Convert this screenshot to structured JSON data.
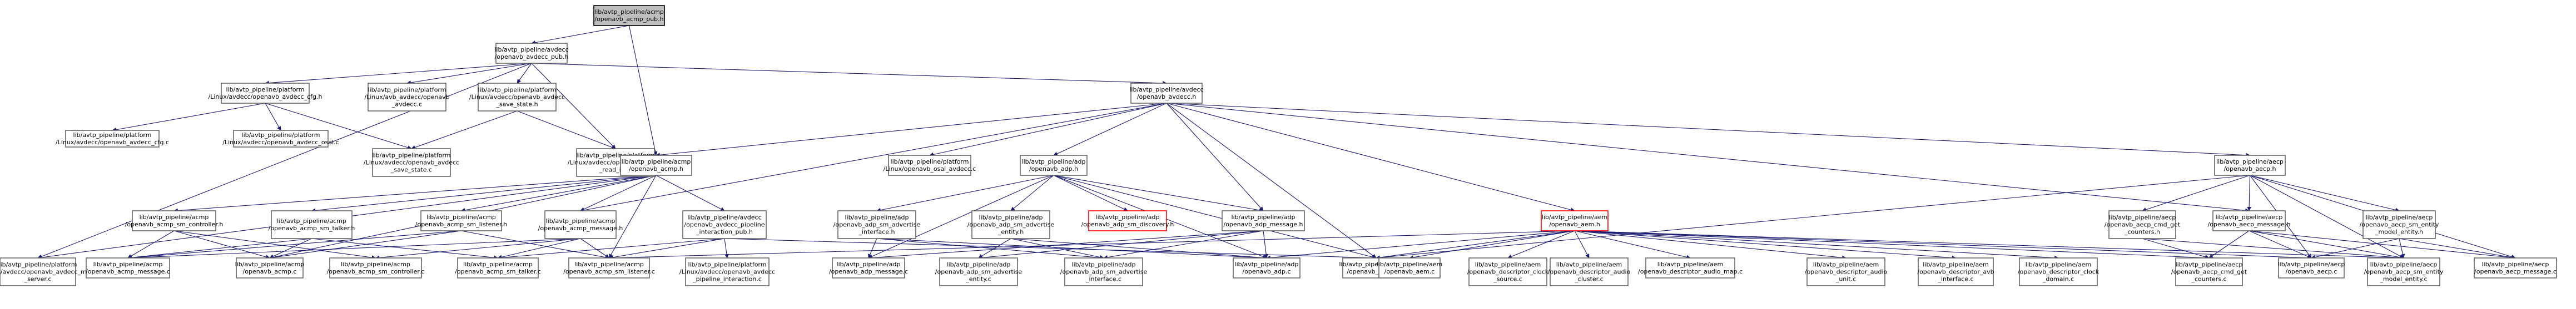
{
  "colors": {
    "edge": "#191970",
    "box_border": "#666666",
    "root_fill": "#bfbfbf",
    "missing_border": "#ff0000"
  },
  "nodes": [
    {
      "id": "acmp_pub",
      "lines": [
        "lib/avtp_pipeline/acmp",
        "/openavb_acmp_pub.h"
      ],
      "root": true
    },
    {
      "id": "avdecc_pub",
      "lines": [
        "lib/avtp_pipeline/avdecc",
        "/openavb_avdecc_pub.h"
      ]
    },
    {
      "id": "avdecc_cfg",
      "lines": [
        "lib/avtp_pipeline/platform",
        "/Linux/avdecc/openavb_avdecc_cfg.h"
      ]
    },
    {
      "id": "avdecc_c_a",
      "lines": [
        "lib/avtp_pipeline/platform",
        "/Linux/avb_avdecc/openavb",
        "_avdecc.c"
      ]
    },
    {
      "id": "save_state_h",
      "lines": [
        "lib/avtp_pipeline/platform",
        "/Linux/avdecc/openavb_avdecc",
        "_save_state.h"
      ]
    },
    {
      "id": "avdecc_h",
      "lines": [
        "lib/avtp_pipeline/avdecc",
        "/openavb_avdecc.h"
      ]
    },
    {
      "id": "cfg_c",
      "lines": [
        "lib/avtp_pipeline/platform",
        "/Linux/avdecc/openavb_avdecc_cfg.c"
      ]
    },
    {
      "id": "osal_c",
      "lines": [
        "lib/avtp_pipeline/platform",
        "/Linux/avdecc/openavb_avdecc_osal.c"
      ]
    },
    {
      "id": "save_state_c",
      "lines": [
        "lib/avtp_pipeline/platform",
        "/Linux/avdecc/openavb_avdecc",
        "_save_state.c"
      ]
    },
    {
      "id": "read_ini_c",
      "lines": [
        "lib/avtp_pipeline/platform",
        "/Linux/avdecc/openavb_avdecc",
        "_read_ini.c"
      ]
    },
    {
      "id": "acmp_h",
      "lines": [
        "lib/avtp_pipeline/acmp",
        "/openavb_acmp.h"
      ]
    },
    {
      "id": "osal_avdecc_c",
      "lines": [
        "lib/avtp_pipeline/platform",
        "/Linux/openavb_osal_avdecc.c"
      ]
    },
    {
      "id": "adp_h",
      "lines": [
        "lib/avtp_pipeline/adp",
        "/openavb_adp.h"
      ]
    },
    {
      "id": "aecp_h",
      "lines": [
        "lib/avtp_pipeline/aecp",
        "/openavb_aecp.h"
      ]
    },
    {
      "id": "acmp_sm_ctrl_h",
      "lines": [
        "lib/avtp_pipeline/acmp",
        "/openavb_acmp_sm_controller.h"
      ]
    },
    {
      "id": "acmp_sm_talker_h",
      "lines": [
        "lib/avtp_pipeline/acmp",
        "/openavb_acmp_sm_talker.h"
      ]
    },
    {
      "id": "acmp_sm_listener_h",
      "lines": [
        "lib/avtp_pipeline/acmp",
        "/openavb_acmp_sm_listener.h"
      ]
    },
    {
      "id": "acmp_message_h",
      "lines": [
        "lib/avtp_pipeline/acmp",
        "/openavb_acmp_message.h"
      ]
    },
    {
      "id": "pipeline_interaction_pub",
      "lines": [
        "lib/avtp_pipeline/avdecc",
        "/openavb_avdecc_pipeline",
        "_interaction_pub.h"
      ]
    },
    {
      "id": "adp_sm_adv_iface_h",
      "lines": [
        "lib/avtp_pipeline/adp",
        "/openavb_adp_sm_advertise",
        "_interface.h"
      ]
    },
    {
      "id": "adp_sm_adv_entity_h",
      "lines": [
        "lib/avtp_pipeline/adp",
        "/openavb_adp_sm_advertise",
        "_entity.h"
      ]
    },
    {
      "id": "adp_sm_discovery_h",
      "lines": [
        "lib/avtp_pipeline/adp",
        "/openavb_adp_sm_discovery.h"
      ],
      "missing": true
    },
    {
      "id": "adp_message_h",
      "lines": [
        "lib/avtp_pipeline/adp",
        "/openavb_adp_message.h"
      ]
    },
    {
      "id": "aem_h",
      "lines": [
        "lib/avtp_pipeline/aem",
        "/openavb_aem.h"
      ],
      "missing": true
    },
    {
      "id": "aecp_cmd_get_counters_h",
      "lines": [
        "lib/avtp_pipeline/aecp",
        "/openavb_aecp_cmd_get",
        "_counters.h"
      ]
    },
    {
      "id": "aecp_message_h",
      "lines": [
        "lib/avtp_pipeline/aecp",
        "/openavb_aecp_message.h"
      ]
    },
    {
      "id": "aecp_sm_entity_model_h",
      "lines": [
        "lib/avtp_pipeline/aecp",
        "/openavb_aecp_sm_entity",
        "_model_entity.h"
      ]
    },
    {
      "id": "msg_server_c",
      "lines": [
        "lib/avtp_pipeline/platform",
        "/Linux/avdecc/openavb_avdecc_msg",
        "_server.c"
      ]
    },
    {
      "id": "acmp_message_c",
      "lines": [
        "lib/avtp_pipeline/acmp",
        "/openavb_acmp_message.c"
      ]
    },
    {
      "id": "acmp_c",
      "lines": [
        "lib/avtp_pipeline/acmp",
        "/openavb_acmp.c"
      ]
    },
    {
      "id": "acmp_sm_ctrl_c",
      "lines": [
        "lib/avtp_pipeline/acmp",
        "/openavb_acmp_sm_controller.c"
      ]
    },
    {
      "id": "acmp_sm_talker_c",
      "lines": [
        "lib/avtp_pipeline/acmp",
        "/openavb_acmp_sm_talker.c"
      ]
    },
    {
      "id": "acmp_sm_listener_c",
      "lines": [
        "lib/avtp_pipeline/acmp",
        "/openavb_acmp_sm_listener.c"
      ]
    },
    {
      "id": "pipeline_interaction_c",
      "lines": [
        "lib/avtp_pipeline/platform",
        "/Linux/avdecc/openavb_avdecc",
        "_pipeline_interaction.c"
      ]
    },
    {
      "id": "adp_message_c",
      "lines": [
        "lib/avtp_pipeline/adp",
        "/openavb_adp_message.c"
      ]
    },
    {
      "id": "adp_sm_adv_entity_c",
      "lines": [
        "lib/avtp_pipeline/adp",
        "/openavb_adp_sm_advertise",
        "_entity.c"
      ]
    },
    {
      "id": "adp_sm_adv_iface_c",
      "lines": [
        "lib/avtp_pipeline/adp",
        "/openavb_adp_sm_advertise",
        "_interface.c"
      ]
    },
    {
      "id": "adp_c",
      "lines": [
        "lib/avtp_pipeline/adp",
        "/openavb_adp.c"
      ]
    },
    {
      "id": "avdecc_c",
      "lines": [
        "lib/avtp_pipeline/avdecc",
        "/openavb_avdecc.c"
      ]
    },
    {
      "id": "aem_c",
      "lines": [
        "lib/avtp_pipeline/aem",
        "/openavb_aem.c"
      ]
    },
    {
      "id": "desc_clock_source_c",
      "lines": [
        "lib/avtp_pipeline/aem",
        "/openavb_descriptor_clock",
        "_source.c"
      ]
    },
    {
      "id": "desc_audio_cluster_c",
      "lines": [
        "lib/avtp_pipeline/aem",
        "/openavb_descriptor_audio",
        "_cluster.c"
      ]
    },
    {
      "id": "desc_audio_map_c",
      "lines": [
        "lib/avtp_pipeline/aem",
        "/openavb_descriptor_audio_map.c"
      ]
    },
    {
      "id": "desc_audio_unit_c",
      "lines": [
        "lib/avtp_pipeline/aem",
        "/openavb_descriptor_audio",
        "_unit.c"
      ]
    },
    {
      "id": "desc_avb_iface_c",
      "lines": [
        "lib/avtp_pipeline/aem",
        "/openavb_descriptor_avb",
        "_interface.c"
      ]
    },
    {
      "id": "desc_clock_domain_c",
      "lines": [
        "lib/avtp_pipeline/aem",
        "/openavb_descriptor_clock",
        "_domain.c"
      ]
    },
    {
      "id": "aecp_cmd_get_counters_c",
      "lines": [
        "lib/avtp_pipeline/aecp",
        "/openavb_aecp_cmd_get",
        "_counters.c"
      ]
    },
    {
      "id": "aecp_c",
      "lines": [
        "lib/avtp_pipeline/aecp",
        "/openavb_aecp.c"
      ]
    },
    {
      "id": "aecp_sm_entity_model_c",
      "lines": [
        "lib/avtp_pipeline/aecp",
        "/openavb_aecp_sm_entity",
        "_model_entity.c"
      ]
    },
    {
      "id": "aecp_message_c",
      "lines": [
        "lib/avtp_pipeline/aecp",
        "/openavb_aecp_message.c"
      ]
    }
  ],
  "edges": [
    [
      "acmp_pub",
      "avdecc_pub"
    ],
    [
      "acmp_pub",
      "acmp_h"
    ],
    [
      "avdecc_pub",
      "avdecc_cfg"
    ],
    [
      "avdecc_pub",
      "avdecc_c_a"
    ],
    [
      "avdecc_pub",
      "save_state_h"
    ],
    [
      "avdecc_pub",
      "msg_server_c"
    ],
    [
      "avdecc_pub",
      "read_ini_c"
    ],
    [
      "avdecc_pub",
      "avdecc_h"
    ],
    [
      "avdecc_cfg",
      "cfg_c"
    ],
    [
      "avdecc_cfg",
      "osal_c"
    ],
    [
      "avdecc_cfg",
      "save_state_c"
    ],
    [
      "save_state_h",
      "save_state_c"
    ],
    [
      "save_state_h",
      "read_ini_c"
    ],
    [
      "avdecc_h",
      "acmp_h"
    ],
    [
      "avdecc_h",
      "osal_avdecc_c"
    ],
    [
      "avdecc_h",
      "adp_h"
    ],
    [
      "avdecc_h",
      "aecp_h"
    ],
    [
      "avdecc_h",
      "aem_h"
    ],
    [
      "avdecc_h",
      "adp_message_h"
    ],
    [
      "avdecc_h",
      "avdecc_c"
    ],
    [
      "avdecc_h",
      "acmp_message_h"
    ],
    [
      "avdecc_h",
      "aecp_message_h"
    ],
    [
      "acmp_h",
      "acmp_sm_ctrl_h"
    ],
    [
      "acmp_h",
      "acmp_sm_talker_h"
    ],
    [
      "acmp_h",
      "acmp_sm_listener_h"
    ],
    [
      "acmp_h",
      "acmp_message_h"
    ],
    [
      "acmp_h",
      "msg_server_c"
    ],
    [
      "acmp_h",
      "acmp_c"
    ],
    [
      "acmp_h",
      "pipeline_interaction_pub"
    ],
    [
      "acmp_h",
      "acmp_sm_listener_c"
    ],
    [
      "adp_h",
      "adp_sm_adv_iface_h"
    ],
    [
      "adp_h",
      "adp_sm_adv_entity_h"
    ],
    [
      "adp_h",
      "adp_sm_discovery_h"
    ],
    [
      "adp_h",
      "adp_message_h"
    ],
    [
      "adp_h",
      "adp_c"
    ],
    [
      "adp_h",
      "adp_message_c"
    ],
    [
      "adp_h",
      "avdecc_c"
    ],
    [
      "aecp_h",
      "aecp_cmd_get_counters_h"
    ],
    [
      "aecp_h",
      "aecp_message_h"
    ],
    [
      "aecp_h",
      "aecp_sm_entity_model_h"
    ],
    [
      "aecp_h",
      "aecp_c"
    ],
    [
      "aecp_h",
      "avdecc_c"
    ],
    [
      "aecp_h",
      "aecp_message_c"
    ],
    [
      "aecp_h",
      "aecp_sm_entity_model_c"
    ],
    [
      "acmp_sm_ctrl_h",
      "acmp_message_c"
    ],
    [
      "acmp_sm_ctrl_h",
      "acmp_c"
    ],
    [
      "acmp_sm_ctrl_h",
      "acmp_sm_ctrl_c"
    ],
    [
      "acmp_sm_talker_h",
      "acmp_c"
    ],
    [
      "acmp_sm_talker_h",
      "acmp_sm_talker_c"
    ],
    [
      "acmp_sm_talker_h",
      "acmp_message_c"
    ],
    [
      "acmp_sm_listener_h",
      "acmp_sm_listener_c"
    ],
    [
      "acmp_sm_listener_h",
      "acmp_c"
    ],
    [
      "acmp_sm_listener_h",
      "acmp_message_c"
    ],
    [
      "acmp_message_h",
      "acmp_message_c"
    ],
    [
      "acmp_message_h",
      "acmp_sm_ctrl_c"
    ],
    [
      "acmp_message_h",
      "acmp_sm_talker_c"
    ],
    [
      "acmp_message_h",
      "acmp_sm_listener_c"
    ],
    [
      "pipeline_interaction_pub",
      "pipeline_interaction_c"
    ],
    [
      "pipeline_interaction_pub",
      "acmp_sm_talker_c"
    ],
    [
      "pipeline_interaction_pub",
      "acmp_sm_listener_c"
    ],
    [
      "pipeline_interaction_pub",
      "avdecc_c"
    ],
    [
      "adp_sm_adv_iface_h",
      "adp_sm_adv_iface_c"
    ],
    [
      "adp_sm_adv_iface_h",
      "adp_c"
    ],
    [
      "adp_sm_adv_iface_h",
      "adp_message_c"
    ],
    [
      "adp_sm_adv_entity_h",
      "adp_sm_adv_entity_c"
    ],
    [
      "adp_sm_adv_entity_h",
      "adp_sm_adv_iface_c"
    ],
    [
      "adp_sm_adv_entity_h",
      "adp_c"
    ],
    [
      "adp_message_h",
      "adp_message_c"
    ],
    [
      "adp_message_h",
      "adp_sm_adv_entity_c"
    ],
    [
      "adp_message_h",
      "adp_sm_adv_iface_c"
    ],
    [
      "adp_message_h",
      "adp_c"
    ],
    [
      "aem_h",
      "aem_c"
    ],
    [
      "aem_h",
      "desc_clock_source_c"
    ],
    [
      "aem_h",
      "desc_audio_cluster_c"
    ],
    [
      "aem_h",
      "desc_audio_map_c"
    ],
    [
      "aem_h",
      "desc_audio_unit_c"
    ],
    [
      "aem_h",
      "desc_avb_iface_c"
    ],
    [
      "aem_h",
      "desc_clock_domain_c"
    ],
    [
      "aem_h",
      "aecp_cmd_get_counters_c"
    ],
    [
      "aem_h",
      "aecp_sm_entity_model_c"
    ],
    [
      "aem_h",
      "adp_c"
    ],
    [
      "aem_h",
      "avdecc_c"
    ],
    [
      "aem_h",
      "acmp_sm_listener_c"
    ],
    [
      "aem_h",
      "aecp_c"
    ],
    [
      "aecp_cmd_get_counters_h",
      "aecp_cmd_get_counters_c"
    ],
    [
      "aecp_cmd_get_counters_h",
      "aecp_sm_entity_model_c"
    ],
    [
      "aecp_message_h",
      "aecp_message_c"
    ],
    [
      "aecp_message_h",
      "aecp_c"
    ],
    [
      "aecp_message_h",
      "aecp_sm_entity_model_c"
    ],
    [
      "aecp_message_h",
      "aecp_cmd_get_counters_c"
    ],
    [
      "aecp_sm_entity_model_h",
      "aecp_sm_entity_model_c"
    ],
    [
      "aecp_sm_entity_model_h",
      "aecp_c"
    ],
    [
      "aecp_sm_entity_model_h",
      "aecp_message_c"
    ]
  ]
}
